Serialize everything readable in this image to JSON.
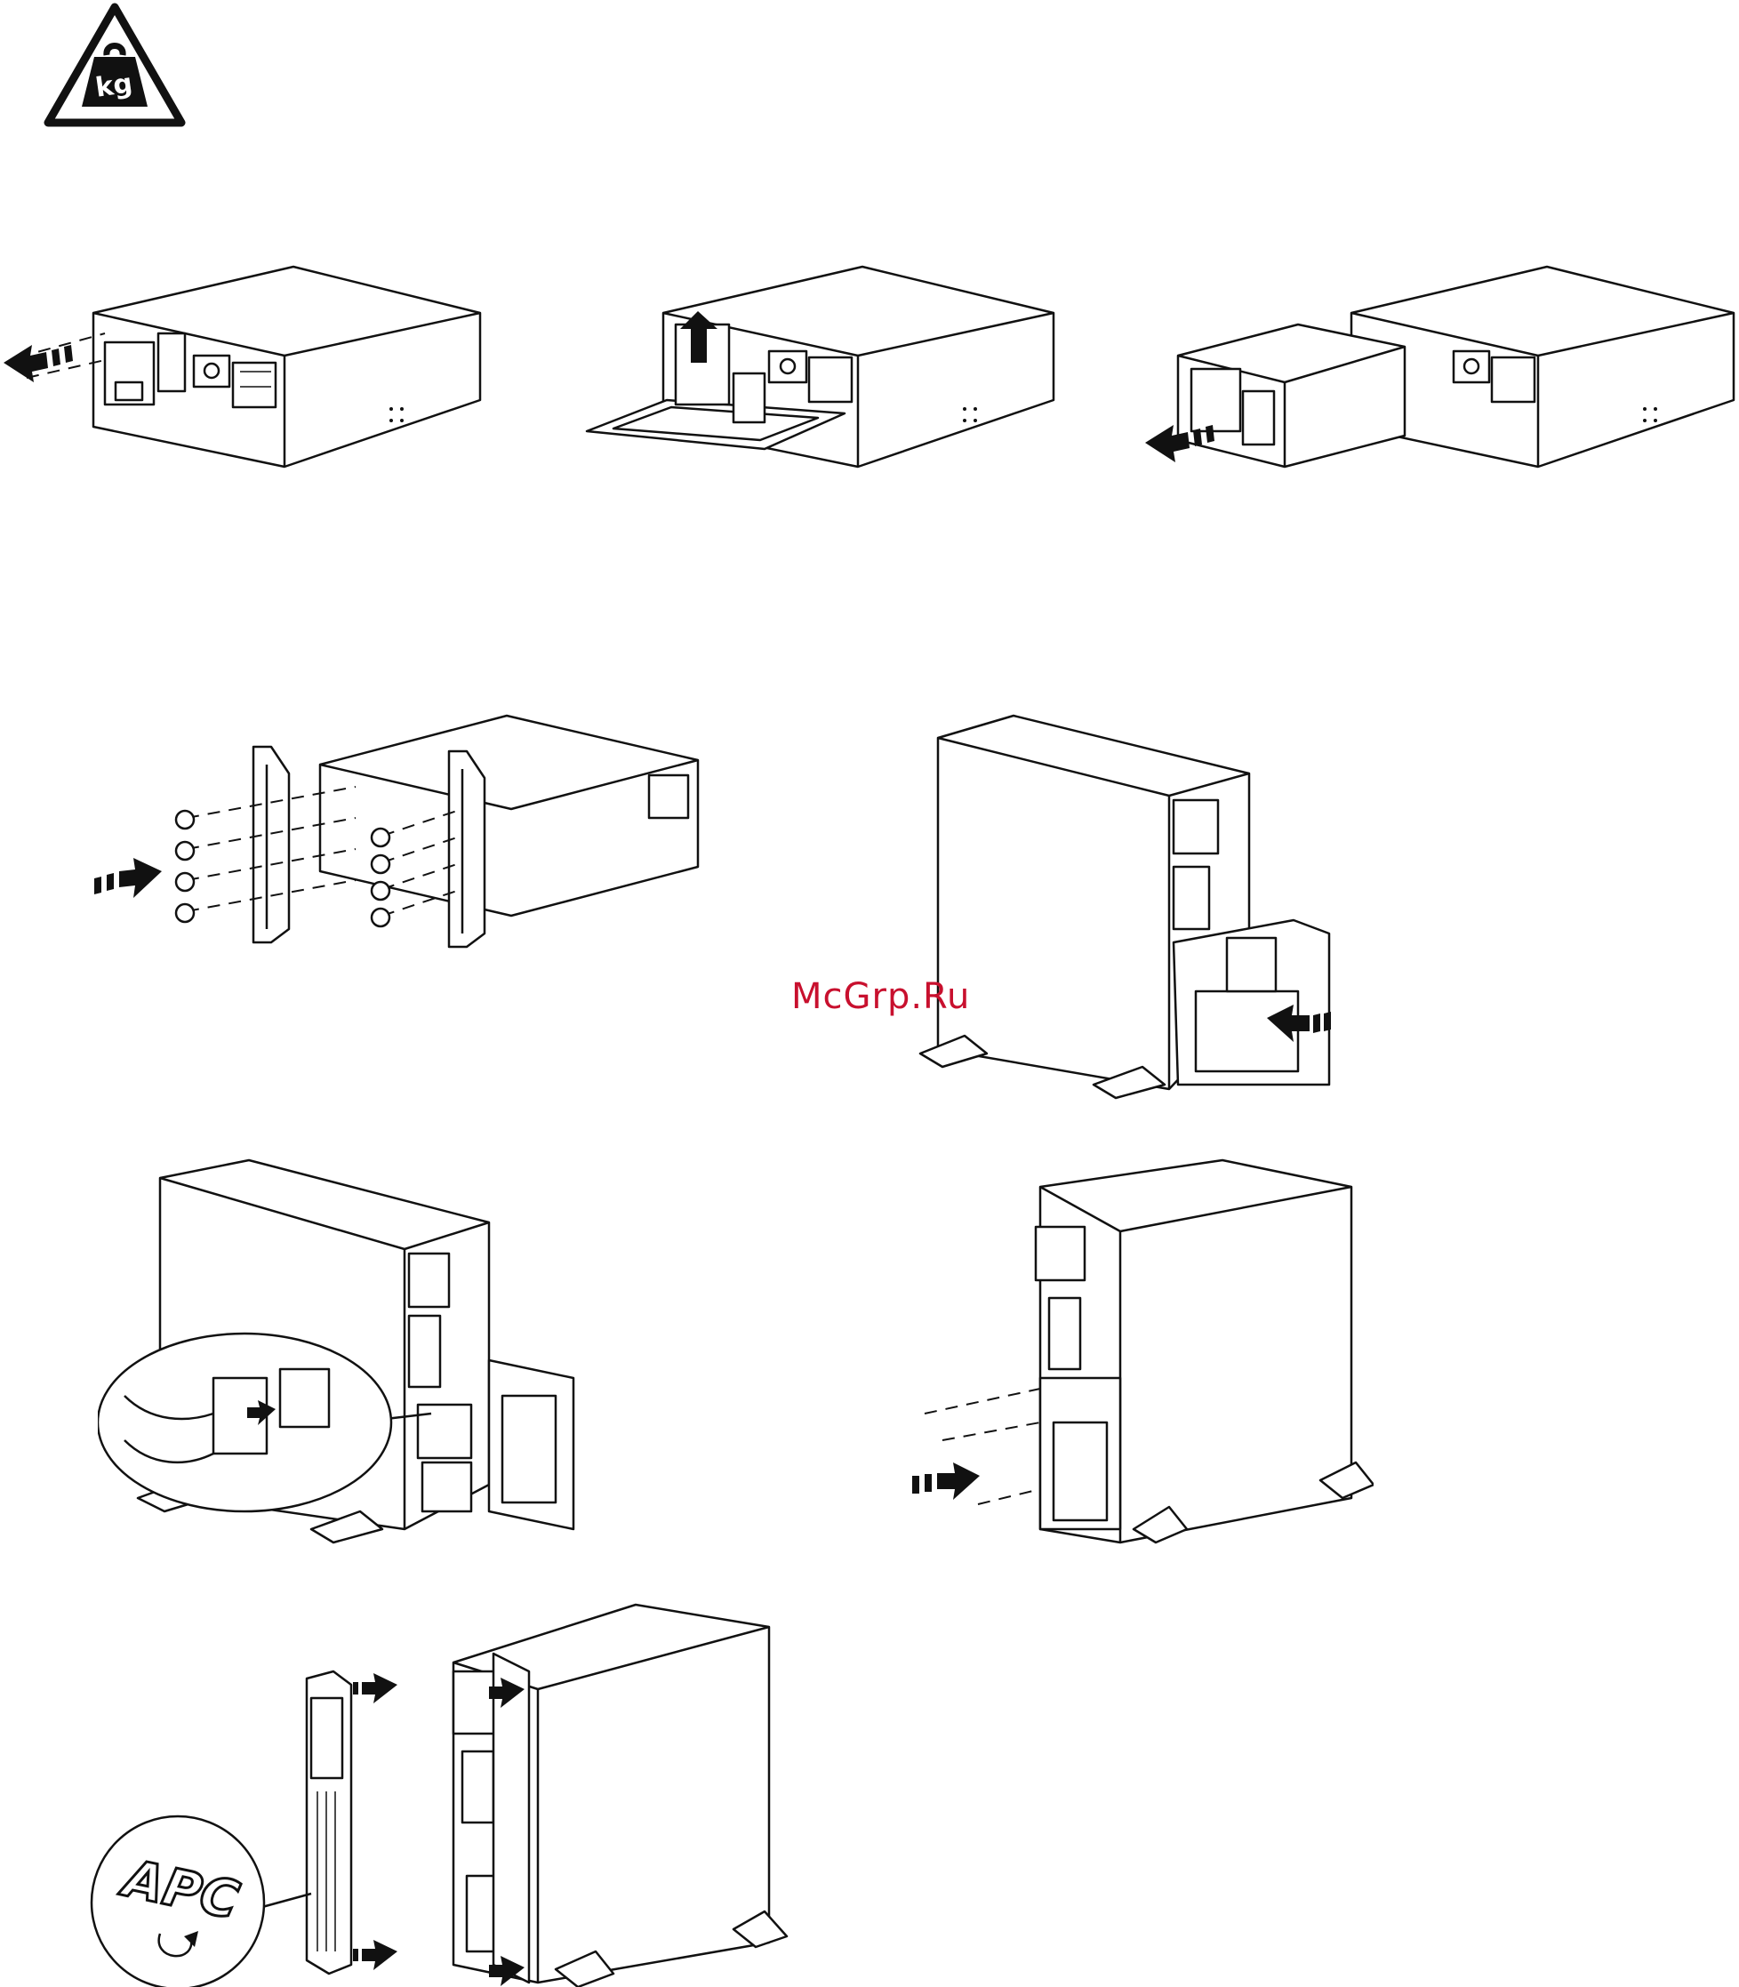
{
  "page": {
    "watermark": {
      "text": "McGrp.Ru",
      "color": "#c8102e"
    }
  },
  "colors": {
    "ink": "#111111",
    "paper": "#ffffff",
    "watermark": "#c8102e"
  },
  "figures": [
    {
      "id": "heavy-weight-warning",
      "icon": "kg-weight-warning-icon",
      "text": "kg"
    },
    {
      "id": "step-remove-front-bezel",
      "icon": "arrow-left-icon"
    },
    {
      "id": "step-open-battery-door",
      "icon": "arrow-up-icon"
    },
    {
      "id": "step-pull-battery-pack",
      "icon": "arrow-left-icon"
    },
    {
      "id": "step-attach-mounting-brackets",
      "icon": "arrow-right-icon"
    },
    {
      "id": "step-insert-battery-tower",
      "icon": "arrow-left-icon"
    },
    {
      "id": "step-connect-battery-connector",
      "icon": "connector-detail-icon"
    },
    {
      "id": "step-close-battery-door",
      "icon": "arrow-right-icon"
    },
    {
      "id": "step-attach-front-bezel",
      "icon": "apc-logo-rotate-icon",
      "logo_text": "APC"
    }
  ]
}
